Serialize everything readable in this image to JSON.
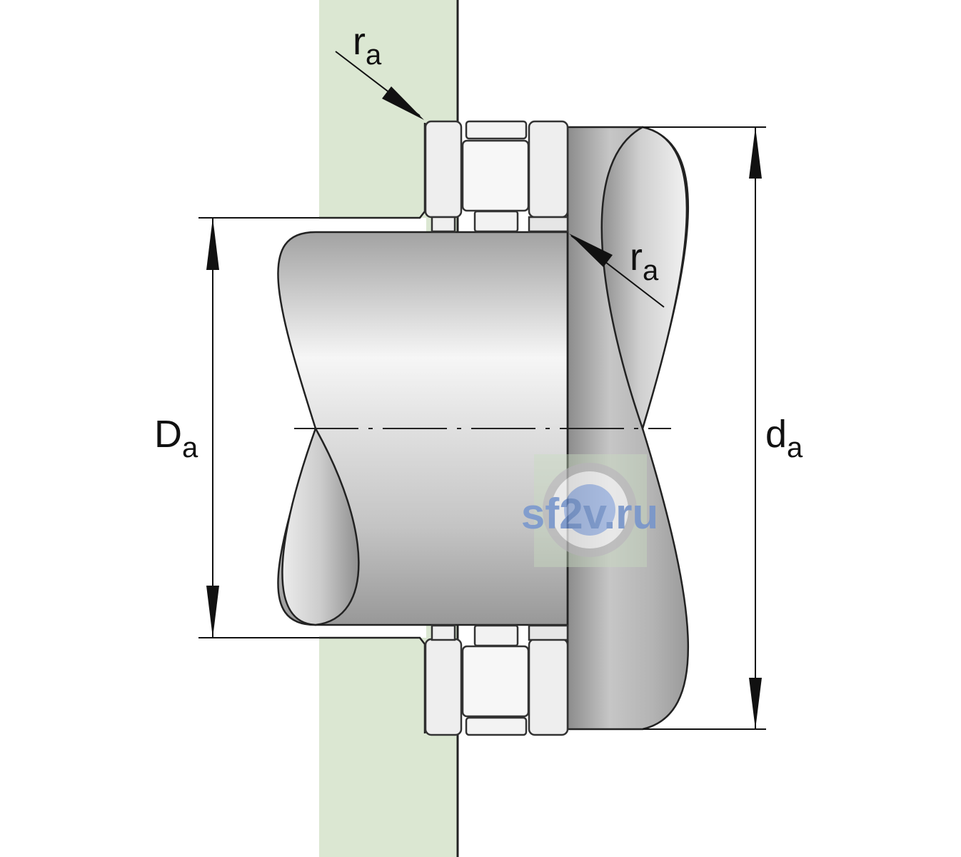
{
  "labels": {
    "radius_top": {
      "main": "r",
      "sub": "a"
    },
    "radius_shaft": {
      "main": "r",
      "sub": "a"
    },
    "dim_housing": {
      "main": "D",
      "sub": "a"
    },
    "dim_shaft": {
      "main": "d",
      "sub": "a"
    }
  },
  "watermark": {
    "text": "sf2v.ru"
  },
  "colors": {
    "housing": "#dbe7d2",
    "outline": "#1a1a1a",
    "watermark_text": "#6b8fcf"
  }
}
